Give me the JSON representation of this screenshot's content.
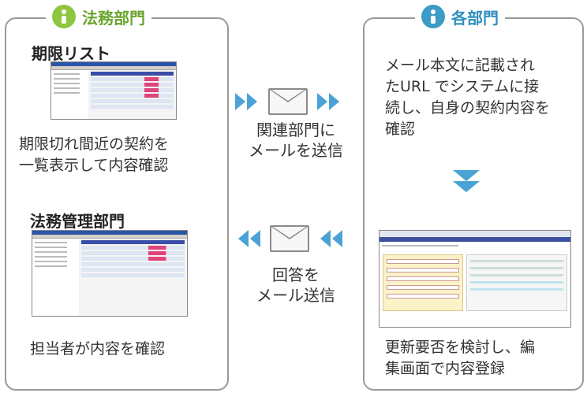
{
  "left": {
    "header": "法務部門",
    "section1_title": "期限リスト",
    "section1_desc_lines": [
      "期限切れ間近の契約を",
      "一覧表示して内容確認"
    ],
    "section2_title": "法務管理部門",
    "section2_desc": "担当者が内容を確認"
  },
  "right": {
    "header": "各部門",
    "desc_lines": [
      "メール本文に記載され",
      "たURL でシステムに接",
      "続し、自身の契約内容を",
      "確認"
    ],
    "bottom_desc_lines": [
      "更新要否を検討し、編",
      "集画面で内容登録"
    ]
  },
  "middle": {
    "top_caption_lines": [
      "関連部門に",
      "メールを送信"
    ],
    "bottom_caption_lines": [
      "回答を",
      "メール送信"
    ]
  },
  "colors": {
    "left_accent": "#8dc63f",
    "right_accent": "#3b9cc6",
    "arrow": "#4aa3d4",
    "highlight": "#e0447a"
  },
  "icons": [
    "person-icon",
    "mail-icon",
    "chevron-right-icon",
    "chevron-left-icon",
    "chevron-down-icon"
  ]
}
